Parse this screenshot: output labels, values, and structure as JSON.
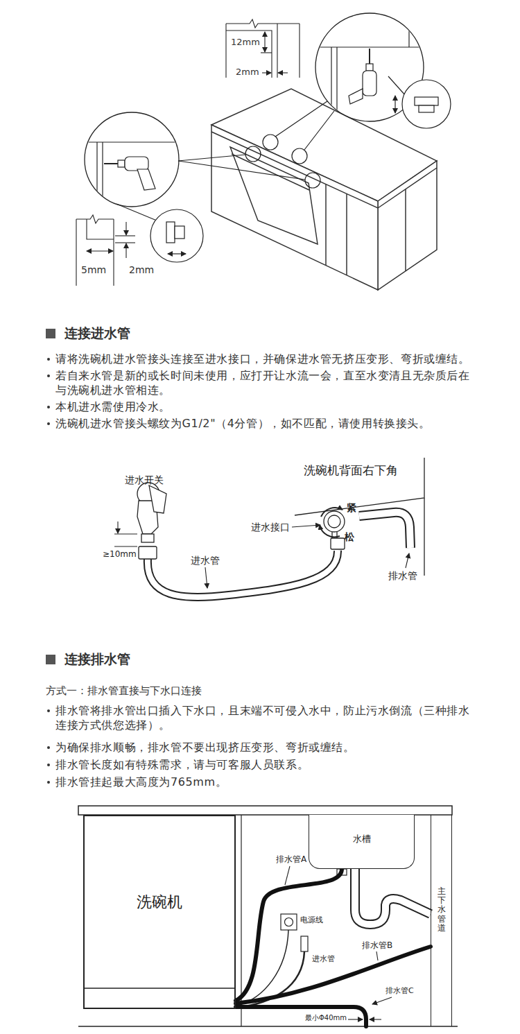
{
  "diagram": {
    "nodes": [
      {
        "text": [
          "洗碗机"
        ]
      },
      {
        "text": [
          "水槽"
        ]
      },
      {
        "text": [
          "主下水管道"
        ]
      }
    ],
    "edges": [
      {
        "from": 0,
        "to": 1,
        "label": "排水管A",
        "arrow": "none"
      },
      {
        "from": 0,
        "to": 2,
        "label": "排水管B",
        "arrow": "none"
      }
    ],
    "labels": [
      "12mm",
      "2mm",
      "5mm",
      "2mm",
      "连接进水管",
      "请将洗碗机进水管接头连接至进水接口，并确保进水管无挤压变形、弯折或缠结。",
      "若自来水管是新的或长时间未使用，应打开让水流一会，直至水变清且无杂质后在 与洗碗机进水管相连。",
      "本机进水需使用冷水。",
      "洗碗机进水管接头螺纹为G1/2\"（4分管），如不匹配，请使用转换接头。",
      "进水开关",
      "洗碗机背面右下角",
      "紧",
      "进水接口",
      "松",
      "≥10mm",
      "进水管",
      "排水管",
      "连接排水管",
      "方式一：排水管直接与下水口连接",
      "排水管将排水管出口插入下水口，且末端不可侵入水中，防止污水倒流（三种排水 连接方式供您选择）。",
      "为确保排水顺畅，排水管不要出现挤压变形、弯折或缠结。",
      "排水管长度如有特殊需求，请与可客服人员联系。",
      "排水管挂起最大高度为765mm。",
      "电源线",
      "进水管",
      "排水管C",
      "最小Φ40mm"
    ]
  }
}
